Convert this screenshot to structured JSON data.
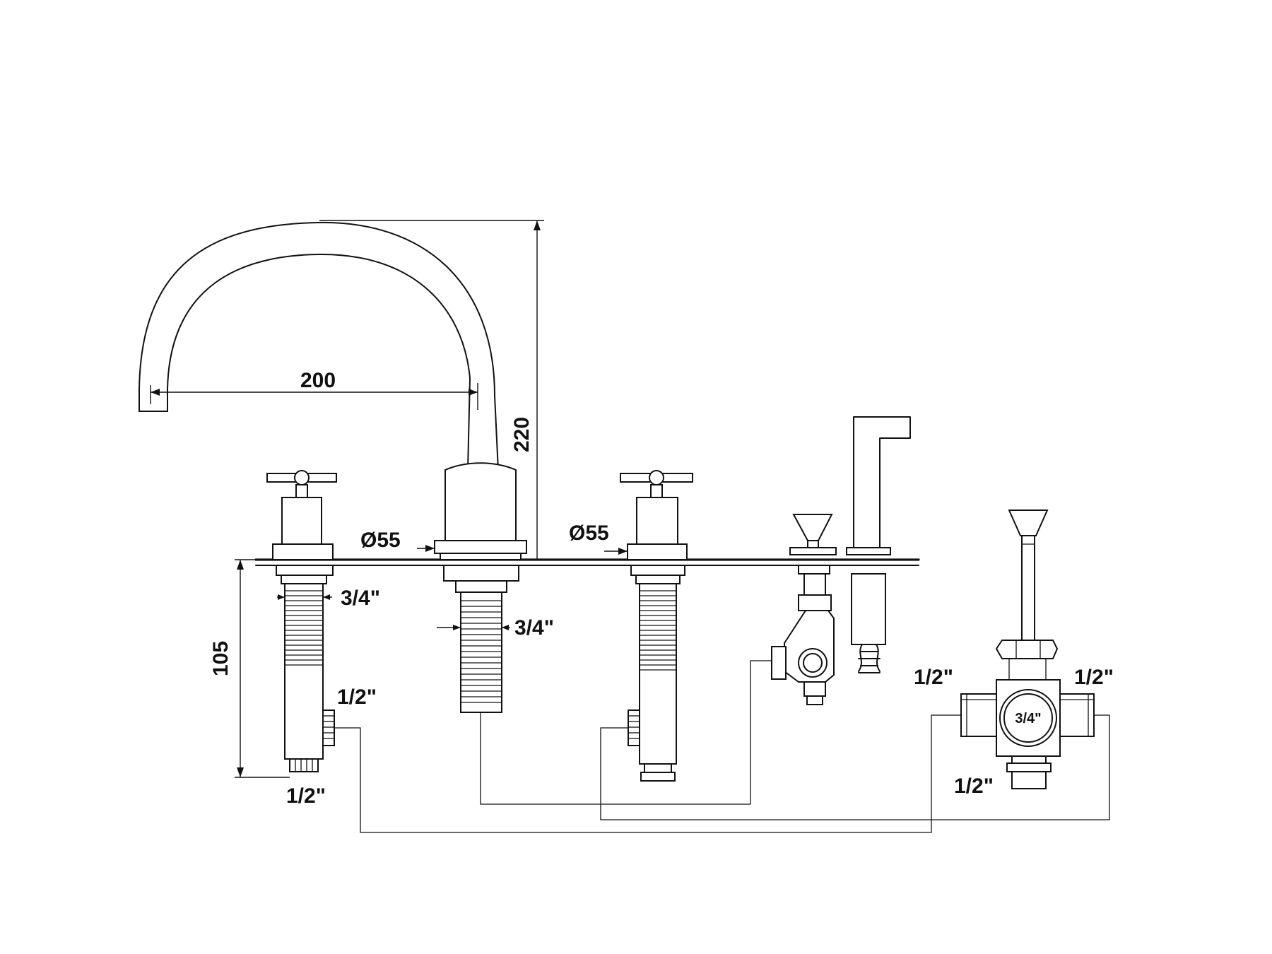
{
  "dimensions": {
    "spout_reach": "200",
    "spout_height": "220",
    "deck_depth": "105",
    "hole_diameter_left": "Ø55",
    "hole_diameter_right": "Ø55"
  },
  "threads": {
    "left_valve_stem": "3/4\"",
    "spout_stem": "3/4\"",
    "left_valve_side": "1/2\"",
    "left_valve_bottom": "1/2\"",
    "diverter_left": "1/2\"",
    "diverter_right": "1/2\"",
    "diverter_center": "3/4\"",
    "diverter_bottom": "1/2\""
  },
  "colors": {
    "ink": "#111111",
    "paper": "#ffffff"
  }
}
